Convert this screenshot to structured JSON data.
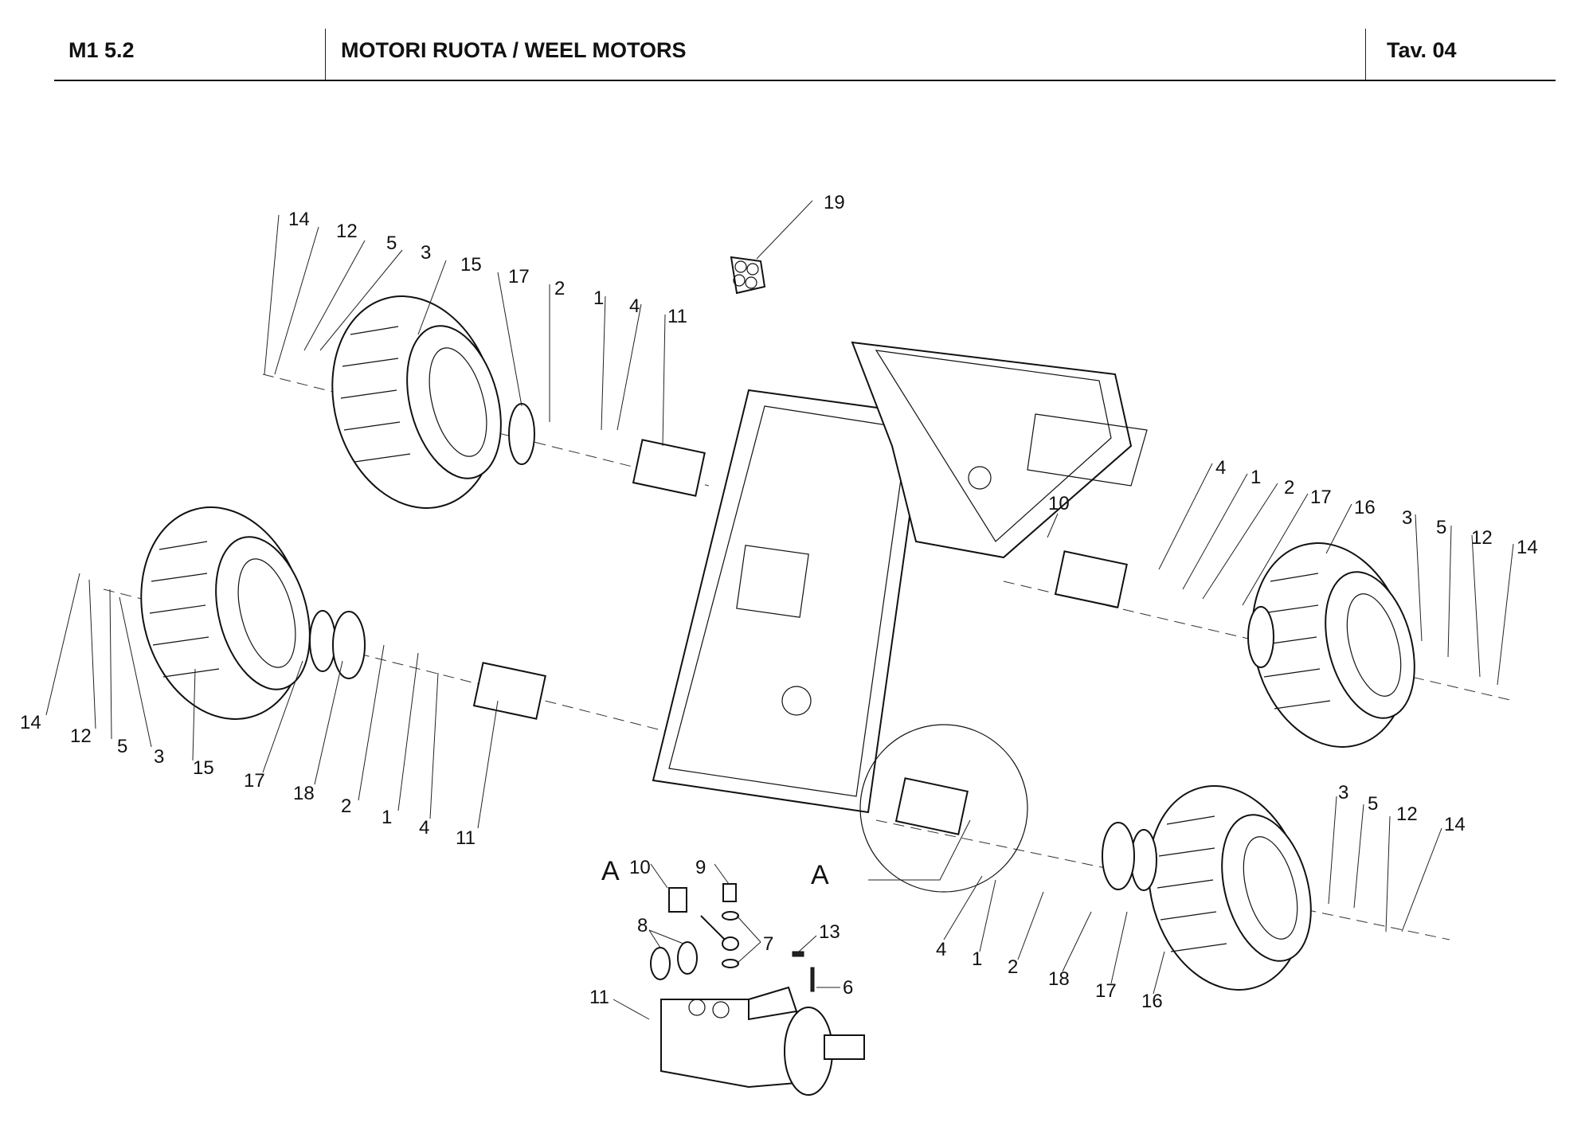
{
  "header": {
    "code": "M1 5.2",
    "title": "MOTORI RUOTA / WEEL MOTORS",
    "table": "Tav.  04"
  },
  "detail_view": {
    "marker": "A",
    "detail_label": "A"
  },
  "callouts": {
    "top_left_wheel": [
      "14",
      "12",
      "5",
      "3",
      "15",
      "17",
      "2",
      "1",
      "4",
      "11"
    ],
    "top_center": [
      "19"
    ],
    "right_wheel": [
      "10",
      "4",
      "1",
      "2",
      "17",
      "16",
      "3",
      "5",
      "12",
      "14"
    ],
    "left_wheel": [
      "14",
      "12",
      "5",
      "3",
      "15",
      "17",
      "18",
      "2",
      "1",
      "4",
      "11"
    ],
    "bottom_right_wheel": [
      "4",
      "1",
      "2",
      "18",
      "17",
      "16",
      "3",
      "5",
      "12",
      "14"
    ],
    "motor_detail": [
      "10",
      "9",
      "8",
      "7",
      "13",
      "6",
      "11"
    ]
  }
}
